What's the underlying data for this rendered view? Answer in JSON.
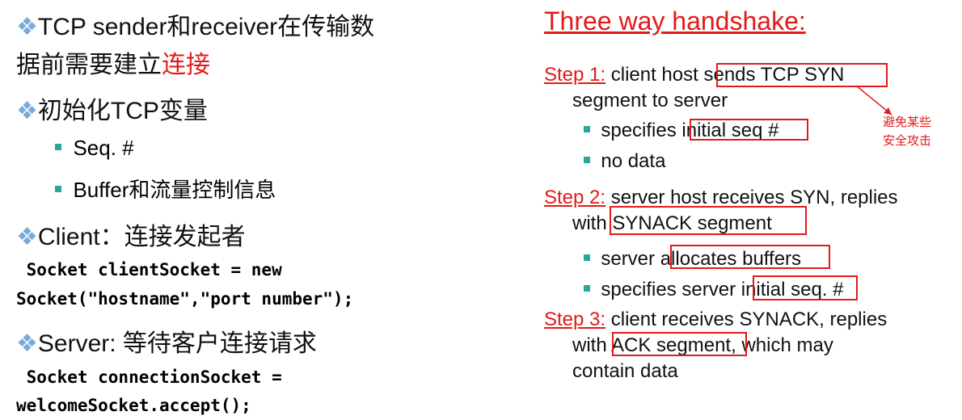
{
  "left": {
    "l1": {
      "bullet": "❖",
      "a": "TCP sender和receiver在传输数"
    },
    "l2": {
      "a": "据前需要建立",
      "b": "连接"
    },
    "l3": {
      "bullet": "❖",
      "a": "初始化TCP变量"
    },
    "sub1": "Seq. #",
    "sub2": "Buffer和流量控制信息",
    "l4": {
      "bullet": "❖",
      "a": "Client：连接发起者"
    },
    "code1a": " Socket clientSocket = new",
    "code1b": "Socket(\"hostname\",\"port number\");",
    "l5": {
      "bullet": "❖",
      "a": "Server: 等待客户连接请求"
    },
    "code2a": " Socket connectionSocket =",
    "code2b": "welcomeSocket.accept();"
  },
  "right": {
    "title": "Three way handshake:",
    "s1": {
      "label": "Step 1:",
      "t1": " client host ",
      "t2": "sends TCP SYN",
      "t3": "segment to server",
      "b1a": "specifies ",
      "b1b": "initial seq #",
      "b2": "no data"
    },
    "note1": "避免某些",
    "note2": "安全攻击",
    "s2": {
      "label": "Step 2:",
      "t1": " server host receives SYN, replies",
      "t2a": "with ",
      "t2b": "SYNACK segment",
      "b1a": "server ",
      "b1b": "allocates buffers",
      "b2a": "specifies server ",
      "b2b": "initial seq.",
      "b2c": " #"
    },
    "s3": {
      "label": "Step 3:",
      "t1": " client receives SYNACK, replies",
      "t2a": "with ",
      "t2b": "ACK segment",
      "t2c": ", which may",
      "t3": "contain data"
    }
  },
  "colors": {
    "accent_red": "#e31a1a",
    "diamond": "#7aaad8",
    "square_bullet": "#2aa69a"
  }
}
